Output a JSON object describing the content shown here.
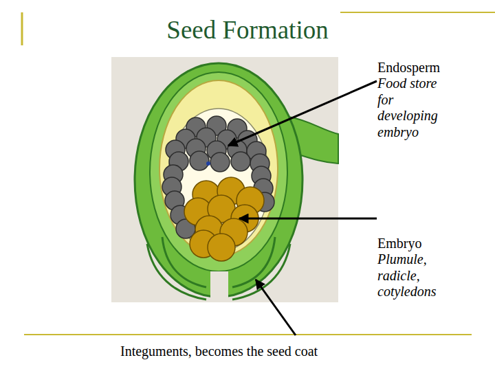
{
  "diagram": {
    "title": "Seed Formation",
    "labels": [
      "Endosperm",
      "Food store for developing embryo",
      "Embryo",
      "Plumule, radicle, cotyledons",
      "Integuments, becomes the seed coat"
    ]
  }
}
